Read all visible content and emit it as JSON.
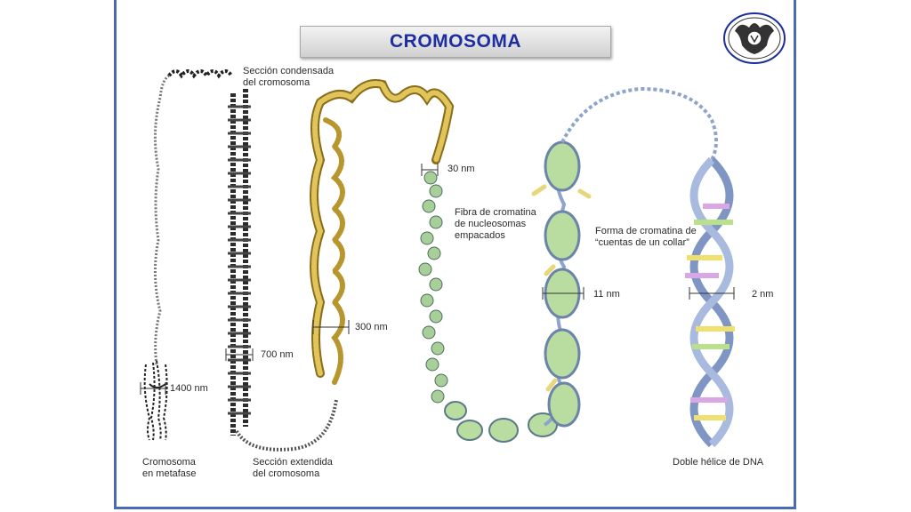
{
  "title": "CROMOSOMA",
  "labels": {
    "condensed": [
      "Sección condensada",
      "del cromosoma"
    ],
    "nm30": "30 nm",
    "fiber": [
      "Fibra de cromatina",
      "de nucleosomas",
      "empacados"
    ],
    "beads": [
      "Forma de cromatina de",
      "“cuentas de un collar”"
    ],
    "nm11": "11 nm",
    "nm2": "2 nm",
    "nm300": "300 nm",
    "nm700": "700 nm",
    "nm1400": "1400 nm",
    "metaphase": [
      "Cromosoma",
      "en metafase"
    ],
    "extended": [
      "Sección extendida",
      "del cromosoma"
    ],
    "helix": "Doble hélice de DNA"
  },
  "colors": {
    "border": "#4a6ab8",
    "title": "#1d2fa0",
    "chromatin_gold": "#c9a93a",
    "nucleosome_green": "#b9dca0",
    "dna_blue": "#8fa4cc"
  },
  "icons": {
    "logo": "university-crest-logo"
  }
}
